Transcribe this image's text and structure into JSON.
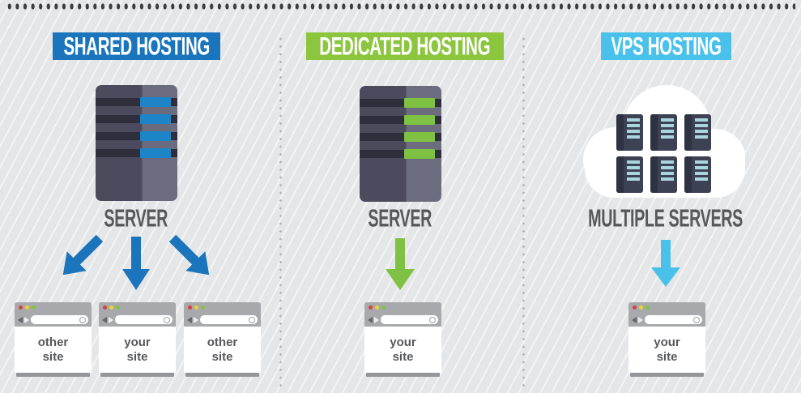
{
  "colors": {
    "background": "#e5e6e8",
    "top_dots": "#3d3d3d",
    "divider_dots": "#b2b4b6",
    "label_gray": "#57585b",
    "server_body_left": "#4b4b5d",
    "server_body_right": "#6c6c7f",
    "server_stripe_dark": "#2e2e3c",
    "browser_bar": "#a7a9ac",
    "browser_base": "#94969a",
    "dot_red": "#d8403c",
    "dot_yellow": "#edd32b",
    "dot_green": "#84c341",
    "mini_server_bar": "#a9d6de"
  },
  "columns": [
    {
      "header": {
        "label": "SHARED HOSTING",
        "bg_color": "#1b75bc"
      },
      "server_label": "SERVER",
      "server": {
        "type": "single-tower",
        "stripe_count": 4,
        "stripe_color": "#1d84c8"
      },
      "arrow_color": "#1b75bc",
      "arrow_count": 3,
      "sites": [
        {
          "label": "other site"
        },
        {
          "label": "your site"
        },
        {
          "label": "other site"
        }
      ]
    },
    {
      "header": {
        "label": "DEDICATED HOSTING",
        "bg_color": "#8cc63e"
      },
      "server_label": "SERVER",
      "server": {
        "type": "single-tower",
        "stripe_count": 4,
        "stripe_color": "#7ec143"
      },
      "arrow_color": "#7ec143",
      "arrow_count": 1,
      "sites": [
        {
          "label": "your site"
        }
      ]
    },
    {
      "header": {
        "label": "VPS HOSTING",
        "bg_color": "#4ac1ea"
      },
      "server_label": "MULTIPLE SERVERS",
      "server": {
        "type": "cloud",
        "mini_server_count": 6,
        "stripe_color": "#a9d6de"
      },
      "arrow_color": "#4ac1ea",
      "arrow_count": 1,
      "sites": [
        {
          "label": "your site"
        }
      ]
    }
  ]
}
